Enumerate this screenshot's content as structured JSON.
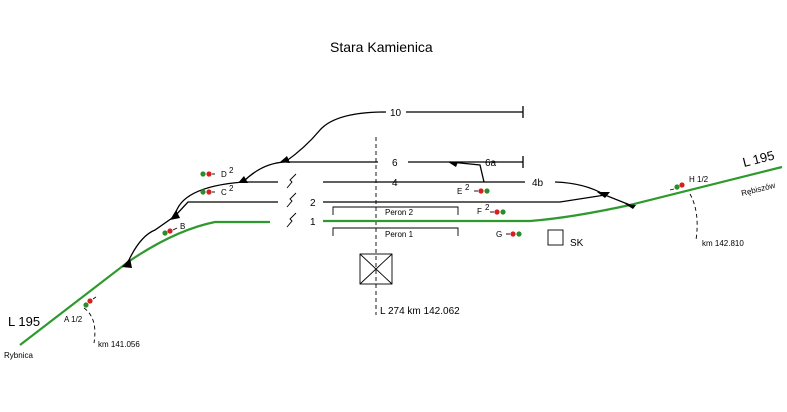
{
  "title": "Stara Kamienica",
  "tracks": {
    "t10": "10",
    "t6": "6",
    "t6a": "6a",
    "t4": "4",
    "t4b": "4b",
    "t2": "2",
    "t1": "1"
  },
  "platforms": {
    "peron2": "Peron 2",
    "peron1": "Peron 1"
  },
  "signals": {
    "d": {
      "name": "D",
      "sup": "2"
    },
    "c": {
      "name": "C",
      "sup": "2"
    },
    "b": {
      "name": "B"
    },
    "a": {
      "name": "A 1/2"
    },
    "e": {
      "name": "E",
      "sup": "2"
    },
    "f": {
      "name": "F",
      "sup": "2"
    },
    "g": {
      "name": "G"
    },
    "h": {
      "name": "H 1/2"
    }
  },
  "lines": {
    "left_line": "L 195",
    "right_line": "L 195",
    "crossing_line": "L 274  km  142.062",
    "left_station": "Rybnica",
    "right_station": "Rębiszów"
  },
  "km_markers": {
    "left": "km 141.056",
    "right": "km 142.810"
  },
  "building": {
    "sk": "SK"
  },
  "colors": {
    "main_line": "#2e9a2e",
    "signal_red": "#d62020",
    "signal_green": "#2a8c2a"
  }
}
